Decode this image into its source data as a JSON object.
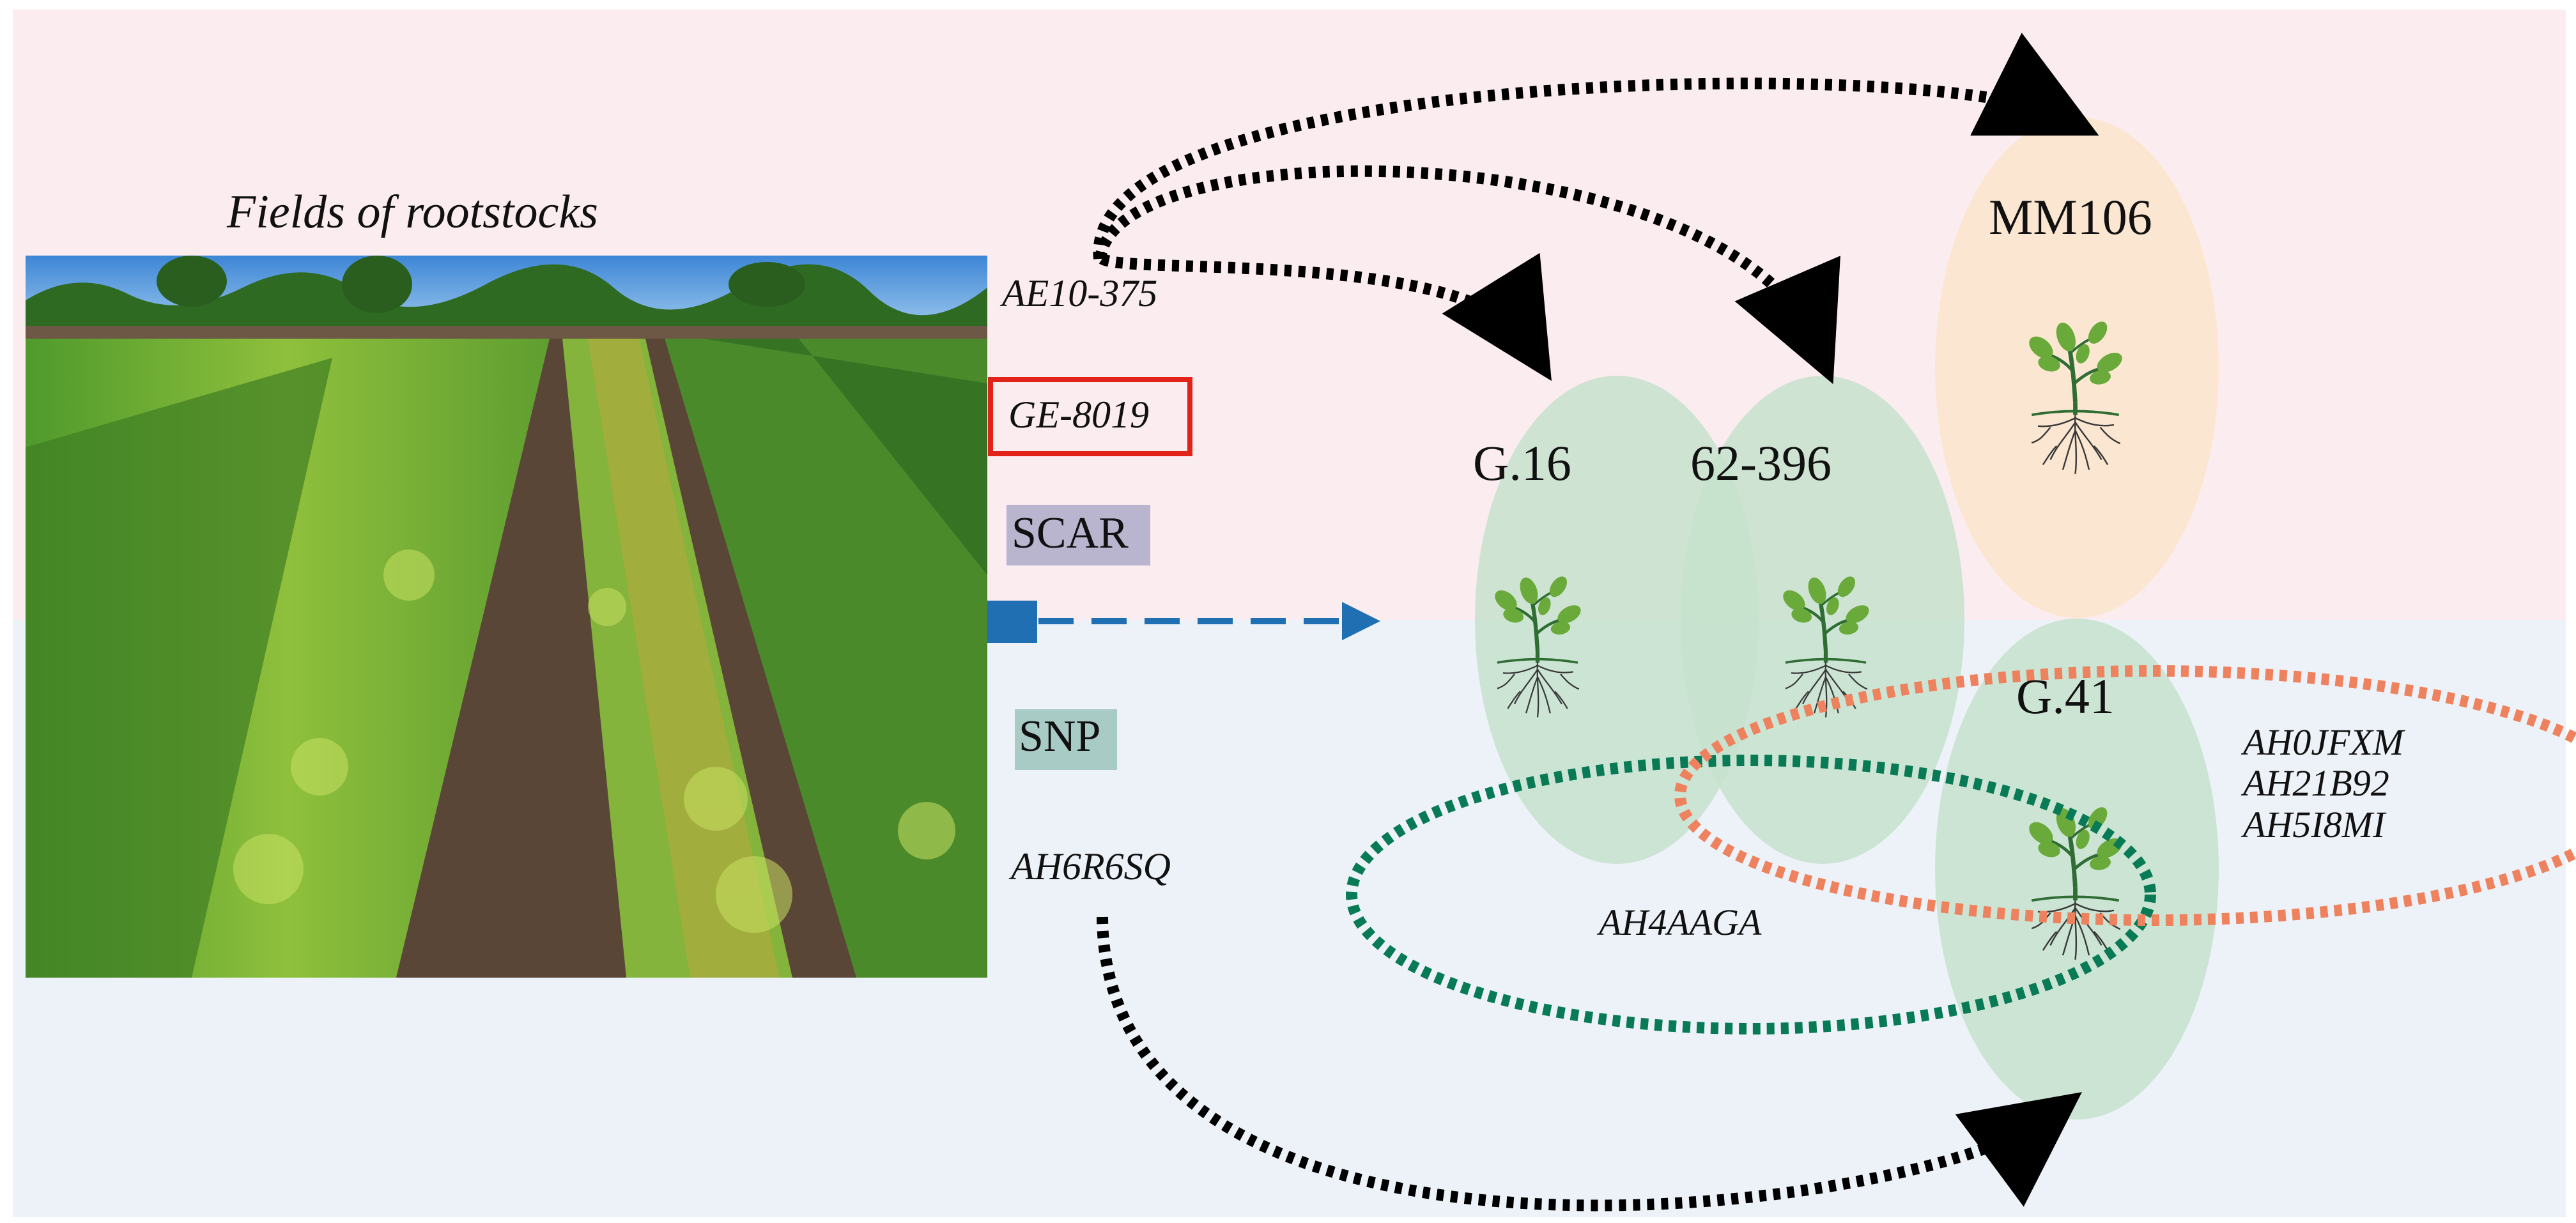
{
  "photo": {
    "caption": "Fields of rootstocks"
  },
  "markers": {
    "ae10": "AE10-375",
    "ge8019": "GE-8019",
    "scar": "SCAR",
    "snp": "SNP",
    "ah6r6sq": "AH6R6SQ",
    "ah4aaga": "AH4AAGA",
    "group_orange": [
      "AH0JFXM",
      "AH21B92",
      "AH5I8MI"
    ]
  },
  "rootstocks": {
    "g16": "G.16",
    "r62396": "62-396",
    "mm106": "MM106",
    "g41": "G.41"
  },
  "colors": {
    "scar_band": "#fbecf0",
    "snp_band": "#edf2f8",
    "ellipse_green": "#c5e2cc",
    "ellipse_orange": "#fbe7d1",
    "highlight_box": "#e2231a",
    "green_dotted": "#087a55",
    "orange_dotted": "#ee825e",
    "blue_arrow": "#1f6fb2",
    "arrow_black": "#000000"
  }
}
